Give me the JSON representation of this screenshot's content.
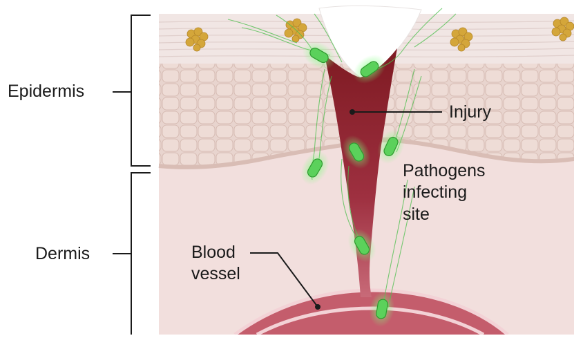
{
  "labels": {
    "epidermis": "Epidermis",
    "dermis": "Dermis",
    "injury": "Injury",
    "pathogens_line1": "Pathogens",
    "pathogens_line2": "infecting",
    "pathogens_line3": "site",
    "blood_line1": "Blood",
    "blood_line2": "vessel"
  },
  "colors": {
    "stratum_corneum": "#efe2e0",
    "epidermis_cells": "#e7d3cd",
    "dermis": "#f2dfdd",
    "blood": "#8a1d28",
    "vessel": "#c85a6a",
    "bacteria": "#5bd15b",
    "fat": "#d4a63a"
  }
}
